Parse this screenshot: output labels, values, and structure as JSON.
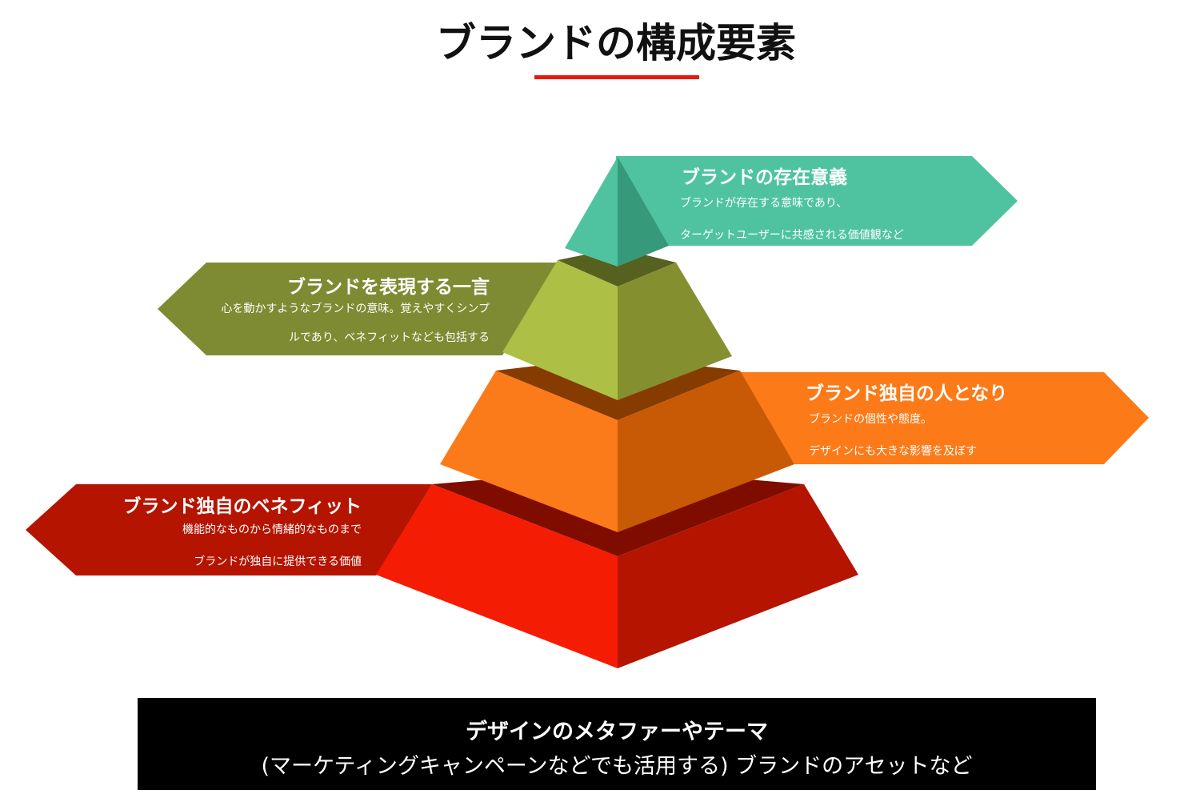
{
  "title": "ブランドの構成要素",
  "colors": {
    "accent_line": "#e8190c",
    "teal": "#4fc3a0",
    "olive": "#7f8b32",
    "orange": "#fc7a18",
    "red": "#b51400"
  },
  "tiers": [
    {
      "heading": "ブランドの存在意義",
      "lines": [
        "ブランドが存在する意味であり、",
        "ターゲットユーザーに共感される価値観など"
      ]
    },
    {
      "heading": "ブランドを表現する一言",
      "lines": [
        "心を動かすようなブランドの意味。覚えやすくシンプ",
        "ルであり、ベネフィットなども包括する"
      ]
    },
    {
      "heading": "ブランド独自の人となり",
      "lines": [
        "ブランドの個性や態度。",
        "デザインにも大きな影響を及ぼす"
      ]
    },
    {
      "heading": "ブランド独自のベネフィット",
      "lines": [
        "機能的なものから情緒的なものまで",
        "ブランドが独自に提供できる価値"
      ]
    }
  ],
  "footer": {
    "line1": "デザインのメタファーやテーマ",
    "line2": "(マーケティングキャンペーンなどでも活用する) ブランドのアセットなど"
  }
}
